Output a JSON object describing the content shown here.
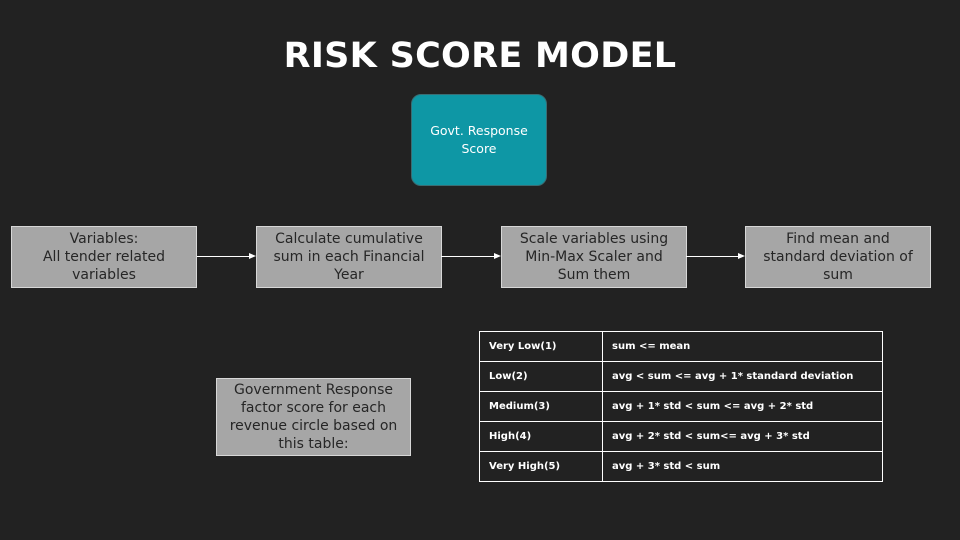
{
  "title": "RISK SCORE MODEL",
  "top_box": "Govt. Response Score",
  "steps": [
    {
      "lines": [
        "Variables:",
        "All tender related",
        "variables"
      ]
    },
    {
      "lines": [
        "Calculate cumulative",
        "sum in each Financial",
        "Year"
      ]
    },
    {
      "lines": [
        "Scale variables using",
        "Min-Max Scaler and",
        "Sum them"
      ]
    },
    {
      "lines": [
        "Find mean and",
        "standard deviation of",
        "sum"
      ]
    }
  ],
  "gov_box": "Government Response factor score for each revenue circle based on this table:",
  "table": [
    {
      "level": "Very Low(1)",
      "rule": "sum <= mean"
    },
    {
      "level": "Low(2)",
      "rule": "avg <  sum <= avg + 1* standard deviation"
    },
    {
      "level": "Medium(3)",
      "rule": "avg + 1* std < sum <= avg + 2* std"
    },
    {
      "level": "High(4)",
      "rule": "avg + 2* std < sum<= avg + 3* std"
    },
    {
      "level": "Very High(5)",
      "rule": "avg + 3* std < sum"
    }
  ],
  "colors": {
    "background": "#222222",
    "accent": "#0e97a5",
    "step_fill": "#a6a6a6",
    "text_light": "#ffffff",
    "text_dark": "#262626"
  }
}
